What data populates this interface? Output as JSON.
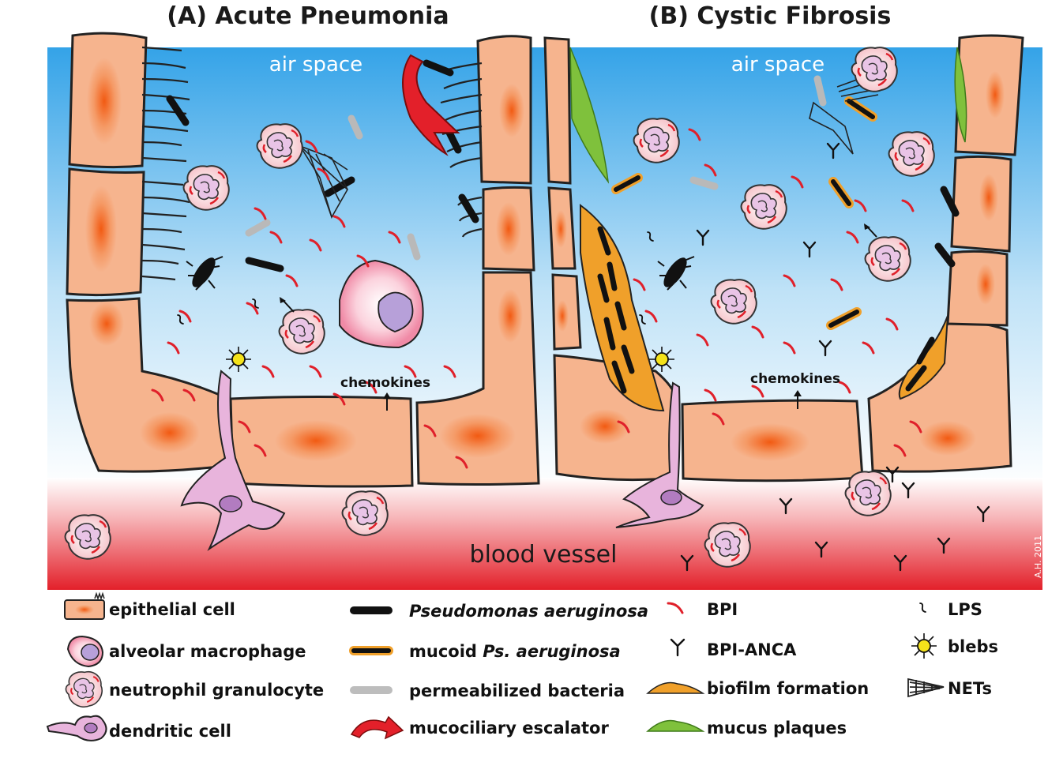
{
  "panels": {
    "a_title": "(A) Acute Pneumonia",
    "b_title": "(B) Cystic Fibrosis"
  },
  "labels": {
    "air_space_a": "air space",
    "air_space_b": "air space",
    "chemokines_a": "chemokines",
    "chemokines_b": "chemokines",
    "blood_vessel": "blood vessel",
    "credit": "A.H. 2011"
  },
  "legend": {
    "epithelial": "epithelial cell",
    "macrophage": "alveolar macrophage",
    "neutrophil": "neutrophil granulocyte",
    "dendritic": "dendritic cell",
    "pseudomonas": "Pseudomonas aeruginosa",
    "mucoid_prefix": "mucoid ",
    "mucoid_italic": "Ps. aeruginosa",
    "permeabilized": "permeabilized bacteria",
    "escalator": "mucociliary escalator",
    "bpi": "BPI",
    "bpi_anca": "BPI-ANCA",
    "biofilm": "biofilm formation",
    "mucus": "mucus plaques",
    "lps": "LPS",
    "blebs": "blebs",
    "nets": "NETs"
  },
  "colors": {
    "air_top": "#3aa6e8",
    "cell": "#f6b48e",
    "nucleus": "#f26a22",
    "blood": "#e8252e",
    "bpi": "#e0202a",
    "biofilm": "#f0a02a",
    "mucus": "#7fc13c",
    "dendritic": "#e8b4dc"
  }
}
